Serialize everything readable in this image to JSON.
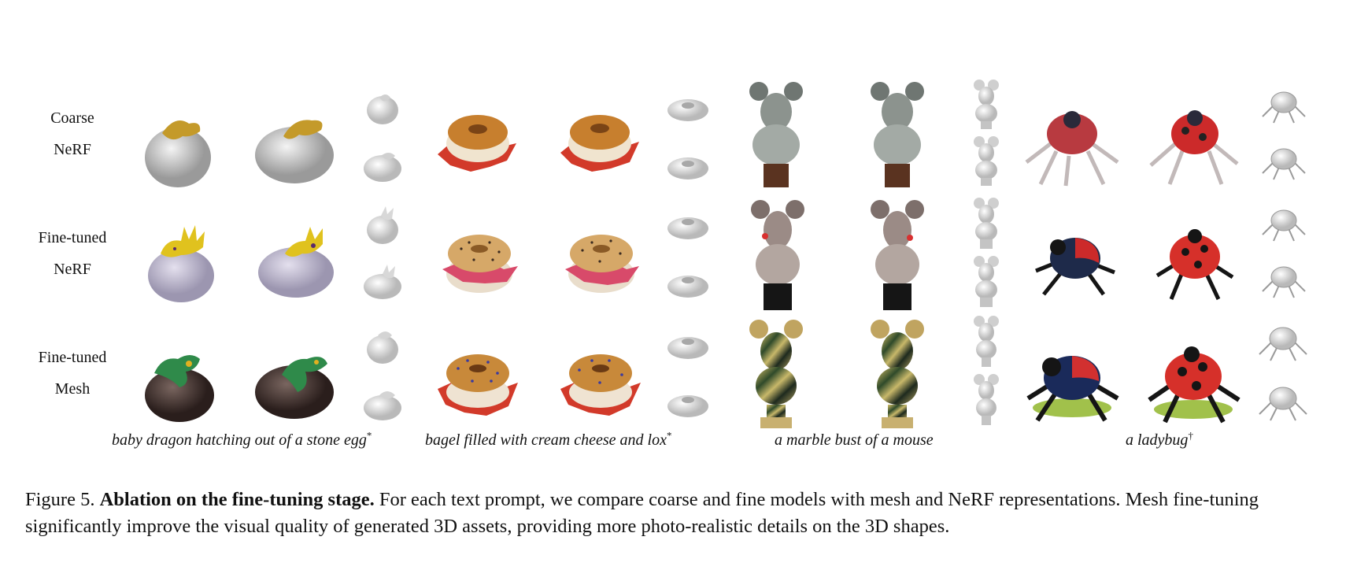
{
  "rows": [
    {
      "line1": "Coarse",
      "line2": "NeRF"
    },
    {
      "line1": "Fine-tuned",
      "line2": "NeRF"
    },
    {
      "line1": "Fine-tuned",
      "line2": "Mesh"
    }
  ],
  "prompts": [
    {
      "text": "baby dragon hatching out of a stone egg",
      "mark": "*"
    },
    {
      "text": "bagel filled with cream cheese and lox",
      "mark": "*"
    },
    {
      "text": "a marble bust of a mouse",
      "mark": ""
    },
    {
      "text": "a ladybug",
      "mark": "†"
    }
  ],
  "caption": {
    "label": "Figure 5.",
    "title": "Ablation on the fine-tuning stage.",
    "body": "For each text prompt, we compare coarse and fine models with mesh and NeRF representations. Mesh fine-tuning significantly improve the visual quality of generated 3D assets, providing more photo-realistic details on the 3D shapes."
  },
  "colors": {
    "egg_coarse": "#c9c9c9",
    "egg_nerf": "#b9b4c8",
    "egg_mesh": "#4a3a36",
    "dragon_yellow": "#d9b21a",
    "dragon_green": "#2f8a4a",
    "bagel_crust": "#c77f2e",
    "lox_red": "#d23a2a",
    "mouse_gray": "#8c938e",
    "mouse_pink": "#9b8b86",
    "ladybug_red": "#cc2a2a",
    "ladybug_black": "#151515",
    "geometry_gray": "#d8d8d8"
  }
}
